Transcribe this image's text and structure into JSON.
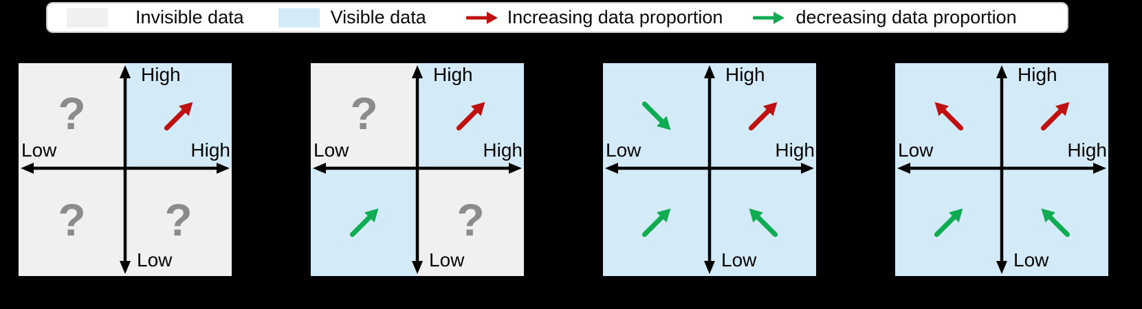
{
  "colors": {
    "background": "#000000",
    "invisible_fill": "#f0f0f0",
    "visible_fill": "#d3eaf8",
    "increasing_arrow": "#bf1111",
    "decreasing_arrow": "#10ab52",
    "question_mark": "#8b8b8b",
    "axis": "#000000",
    "legend_bg": "#ffffff",
    "legend_border": "#c9c9c9"
  },
  "legend": {
    "items": [
      {
        "swatch": "invisible",
        "label": "Invisible data"
      },
      {
        "swatch": "visible",
        "label": "Visible data"
      },
      {
        "arrow": "increasing",
        "label": "Increasing data proportion"
      },
      {
        "arrow": "decreasing",
        "label": "decreasing data proportion"
      }
    ]
  },
  "axis_labels": {
    "top": "High",
    "left": "Low",
    "right": "High",
    "bottom": "Low"
  },
  "question_mark": "?",
  "panels": [
    {
      "quadrants": {
        "tl": {
          "visibility": "invisible",
          "content": "question-mark"
        },
        "tr": {
          "visibility": "visible",
          "content": "arrow",
          "direction": "ne",
          "trend": "increasing"
        },
        "bl": {
          "visibility": "invisible",
          "content": "question-mark"
        },
        "br": {
          "visibility": "invisible",
          "content": "question-mark"
        }
      }
    },
    {
      "quadrants": {
        "tl": {
          "visibility": "invisible",
          "content": "question-mark"
        },
        "tr": {
          "visibility": "visible",
          "content": "arrow",
          "direction": "ne",
          "trend": "increasing"
        },
        "bl": {
          "visibility": "visible",
          "content": "arrow",
          "direction": "ne",
          "trend": "decreasing"
        },
        "br": {
          "visibility": "invisible",
          "content": "question-mark"
        }
      }
    },
    {
      "quadrants": {
        "tl": {
          "visibility": "visible",
          "content": "arrow",
          "direction": "se",
          "trend": "decreasing"
        },
        "tr": {
          "visibility": "visible",
          "content": "arrow",
          "direction": "ne",
          "trend": "increasing"
        },
        "bl": {
          "visibility": "visible",
          "content": "arrow",
          "direction": "ne",
          "trend": "decreasing"
        },
        "br": {
          "visibility": "visible",
          "content": "arrow",
          "direction": "nw",
          "trend": "decreasing"
        }
      }
    },
    {
      "quadrants": {
        "tl": {
          "visibility": "visible",
          "content": "arrow",
          "direction": "nw",
          "trend": "increasing"
        },
        "tr": {
          "visibility": "visible",
          "content": "arrow",
          "direction": "ne",
          "trend": "increasing"
        },
        "bl": {
          "visibility": "visible",
          "content": "arrow",
          "direction": "ne",
          "trend": "decreasing"
        },
        "br": {
          "visibility": "visible",
          "content": "arrow",
          "direction": "nw",
          "trend": "decreasing"
        }
      }
    }
  ],
  "panel_lefts": [
    27,
    452,
    877,
    1302
  ]
}
